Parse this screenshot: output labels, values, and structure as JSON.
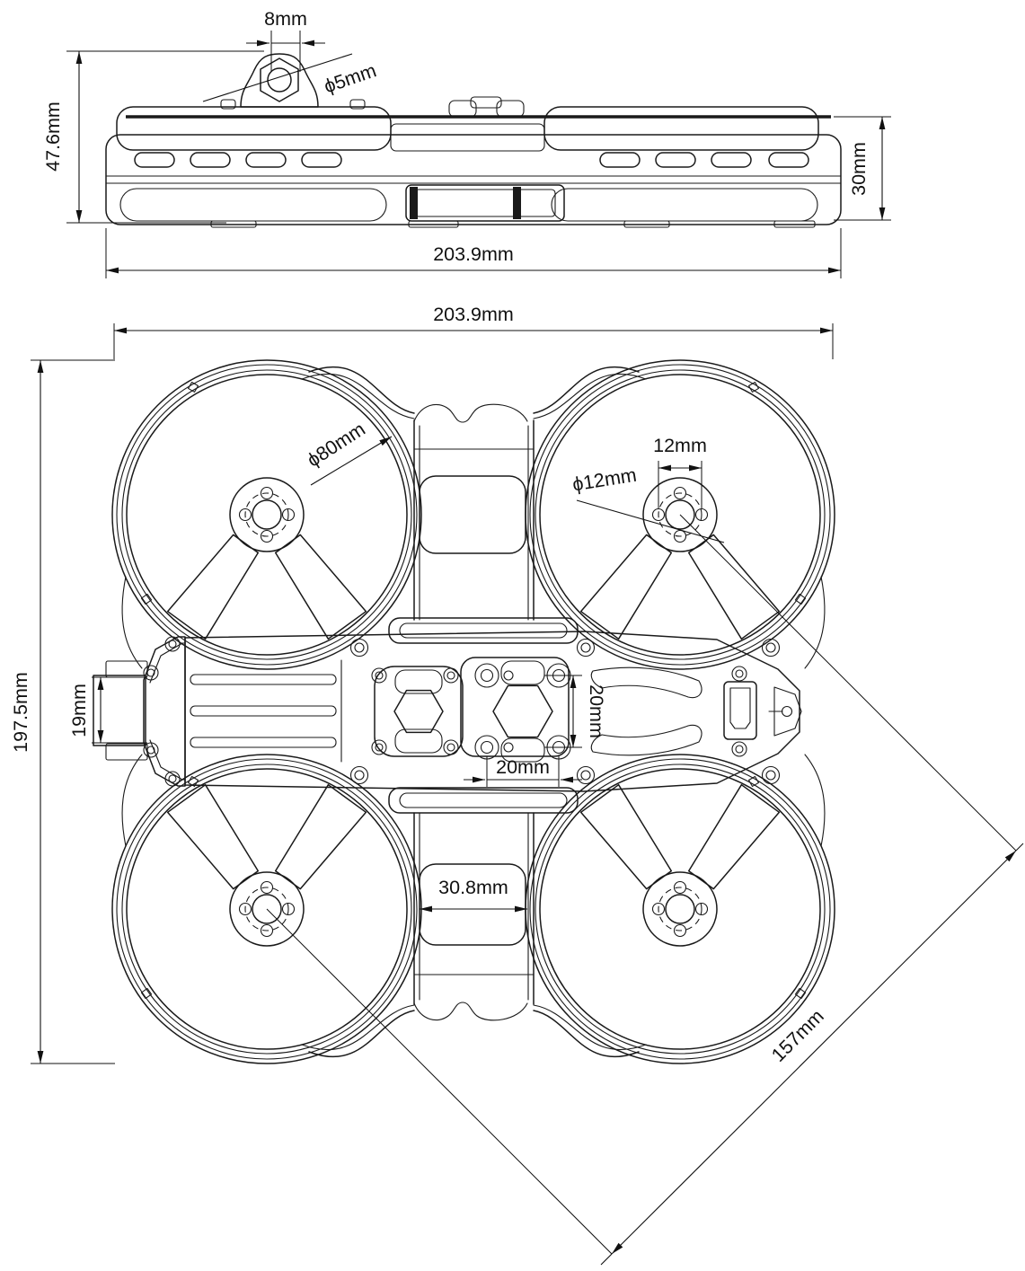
{
  "drawing": {
    "title": "cinewhoop-frame-technical-drawing",
    "line_color": "#1a1a1a",
    "background": "#ffffff",
    "side_view": {
      "dims": {
        "mount_width": "8mm",
        "mount_hole_dia": "ϕ5mm",
        "overall_height": "47.6mm",
        "duct_height": "30mm",
        "overall_width": "203.9mm"
      }
    },
    "top_view": {
      "dims": {
        "overall_width": "203.9mm",
        "overall_depth": "197.5mm",
        "duct_inner_dia": "ϕ80mm",
        "motor_hole_spacing": "12mm",
        "motor_bolt_circle": "ϕ12mm",
        "front_mouth_height": "19mm",
        "stack_spacing_v": "20mm",
        "stack_spacing_h": "20mm",
        "channel_width": "30.8mm",
        "wheelbase_diagonal": "157mm"
      }
    }
  }
}
